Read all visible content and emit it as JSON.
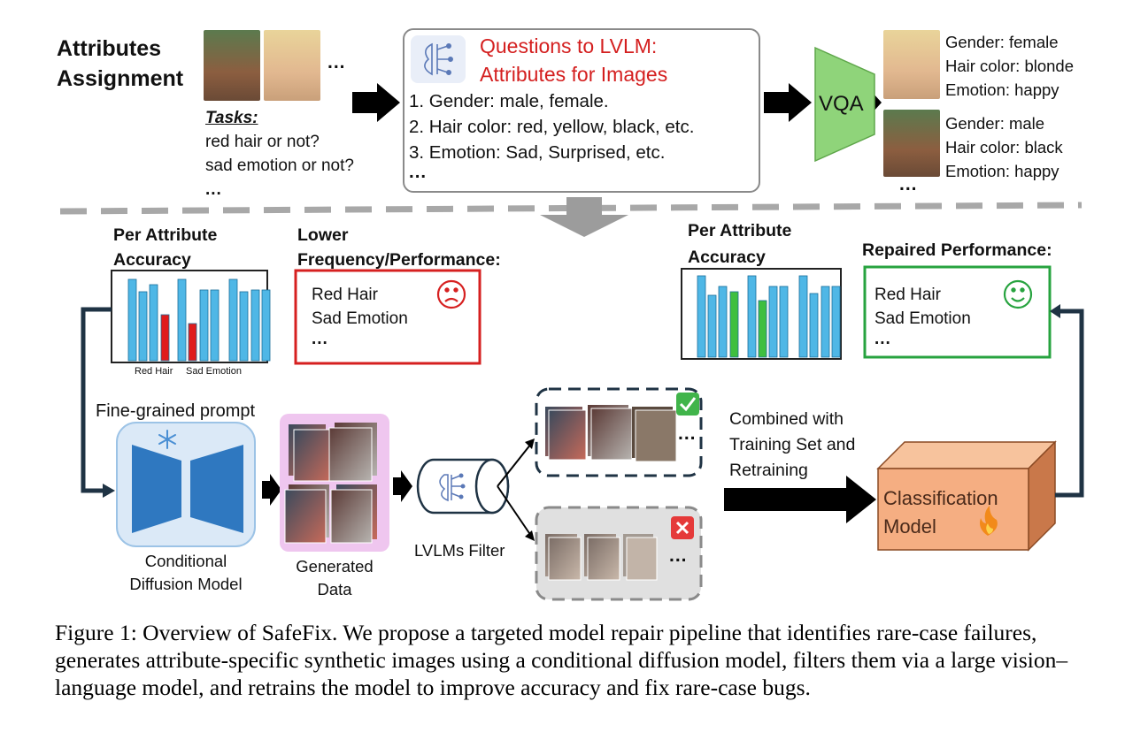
{
  "attributes_assignment": {
    "title_line1": "Attributes",
    "title_line2": "Assignment",
    "ellipsis": "..."
  },
  "tasks": {
    "label": "Tasks:",
    "lines": [
      "red hair or not?",
      "sad emotion or not?"
    ],
    "ellipsis": "..."
  },
  "questions": {
    "title_line1": "Questions to LVLM:",
    "title_line2": "Attributes for Images",
    "items": [
      "1. Gender: male, female.",
      "2. Hair color: red, yellow, black, etc.",
      "3. Emotion: Sad, Surprised, etc."
    ],
    "ellipsis": "..."
  },
  "vqa": {
    "label": "VQA"
  },
  "vqa_results": [
    {
      "lines": [
        "Gender: female",
        "Hair color: blonde",
        "Emotion: happy"
      ]
    },
    {
      "lines": [
        "Gender: male",
        "Hair color: black",
        "Emotion: happy"
      ]
    }
  ],
  "vqa_results_ellipsis": "...",
  "left_accuracy": {
    "title_line1": "Per Attribute",
    "title_line2": "Accuracy",
    "tick_labels": [
      "Red Hair",
      "Sad Emotion"
    ]
  },
  "lower_perf": {
    "title_line1": "Lower",
    "title_line2": "Frequency/Performance:",
    "items": [
      "Red Hair",
      "Sad Emotion"
    ],
    "ellipsis": "...",
    "icon": "sad-face-icon"
  },
  "right_accuracy": {
    "title_line1": "Per Attribute",
    "title_line2": "Accuracy"
  },
  "repaired_perf": {
    "title": "Repaired Performance:",
    "items": [
      "Red Hair",
      "Sad Emotion"
    ],
    "ellipsis": "...",
    "icon": "smiley-face-icon"
  },
  "fine_grained_prompt": "Fine-grained prompt",
  "diffusion": {
    "label_line1": "Conditional",
    "label_line2": "Diffusion Model",
    "icon": "snowflake-icon"
  },
  "generated": {
    "label_line1": "Generated",
    "label_line2": "Data"
  },
  "filter": {
    "label": "LVLMs Filter"
  },
  "accepted_ellipsis": "...",
  "rejected_ellipsis": "...",
  "combined": {
    "lines": [
      "Combined with",
      "Training Set and",
      "Retraining"
    ]
  },
  "classification": {
    "line1": "Classification",
    "line2": "Model",
    "icon": "fire-icon"
  },
  "caption": "Figure 1: Overview of SafeFix. We propose a targeted model repair pipeline that identifies rare-case failures, generates attribute-specific synthetic images using a conditional diffusion model, filters them via a large vision–language model, and retrains the model to improve accuracy and fix rare-case bugs.",
  "colors": {
    "bar_blue": "#4fb7e6",
    "bar_red": "#e01b1b",
    "bar_green": "#3fbf3f",
    "red_box": "#d62020",
    "green_box": "#27a33f",
    "vqa_green": "#8fd47a",
    "diffusion_blue": "#2f78c0",
    "navy": "#1f3344",
    "classification_orange": "#f5ae82"
  }
}
